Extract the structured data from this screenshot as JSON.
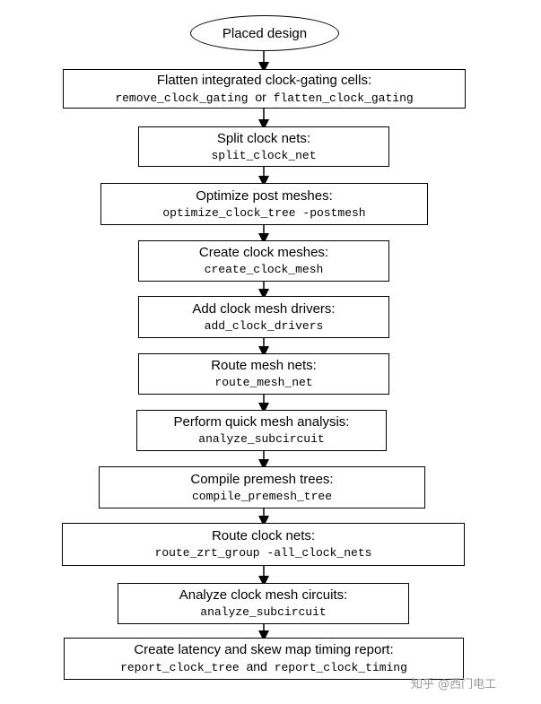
{
  "start": "Placed design",
  "steps": [
    {
      "title": "Flatten integrated clock-gating cells:",
      "cmd_a": "remove_clock_gating",
      "conj": "or",
      "cmd_b": "flatten_clock_gating"
    },
    {
      "title": "Split clock nets:",
      "cmd": "split_clock_net"
    },
    {
      "title": "Optimize post meshes:",
      "cmd": "optimize_clock_tree -postmesh"
    },
    {
      "title": "Create clock meshes:",
      "cmd": "create_clock_mesh"
    },
    {
      "title": "Add clock mesh drivers:",
      "cmd": "add_clock_drivers"
    },
    {
      "title": "Route mesh nets:",
      "cmd": "route_mesh_net"
    },
    {
      "title": "Perform quick mesh analysis:",
      "cmd": "analyze_subcircuit"
    },
    {
      "title": "Compile premesh trees:",
      "cmd": "compile_premesh_tree"
    },
    {
      "title": "Route clock nets:",
      "cmd": "route_zrt_group -all_clock_nets"
    },
    {
      "title": "Analyze clock mesh circuits:",
      "cmd": "analyze_subcircuit"
    },
    {
      "title": "Create latency and skew map timing report:",
      "cmd_a": "report_clock_tree",
      "conj": "and",
      "cmd_b": "report_clock_timing"
    }
  ],
  "watermark": "知乎 @西门电工"
}
